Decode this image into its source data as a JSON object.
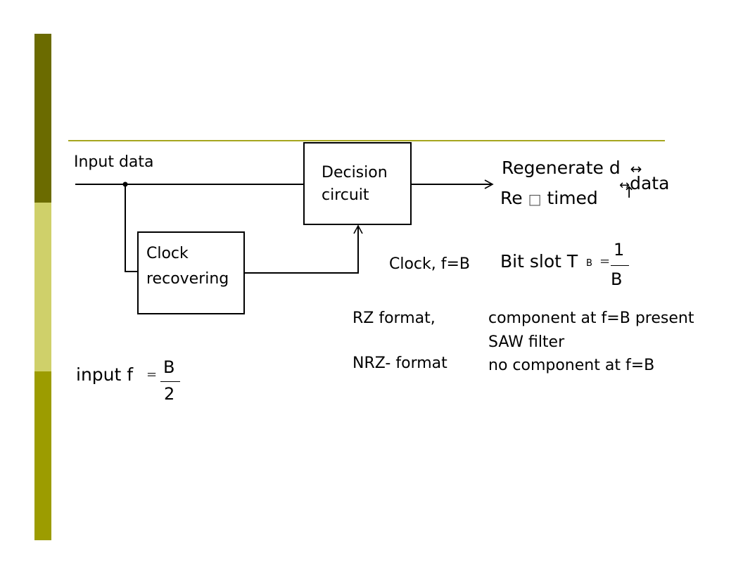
{
  "colors": {
    "bar_dark": "#6b6b00",
    "bar_light": "#cfd06a",
    "bar_mid": "#9c9c00",
    "rule": "#a6a61e",
    "stroke": "#000000"
  },
  "diagram": {
    "input_label": "Input data",
    "decision_box": [
      "Decision",
      "circuit"
    ],
    "clock_box": [
      "Clock",
      "recovering"
    ],
    "clock_label": "Clock, f=B",
    "output": {
      "line1": "Regenerate d",
      "line1_glyph": "↔",
      "line2_glyph": "↔",
      "line2": "data",
      "line3": "Re",
      "line3_box": "□",
      "line3_rest": "timed",
      "line3_glyph": "↑"
    }
  },
  "bit_slot": {
    "text": "Bit slot T",
    "subscript": "B",
    "equals": "=",
    "numerator": "1",
    "denominator": "B"
  },
  "formats": {
    "rz_label": "RZ format,",
    "rz_desc": "component at f=B present",
    "rz_desc2": "SAW filter",
    "nrz_label": "NRZ- format",
    "nrz_desc": "no component at f=B"
  },
  "input_freq": {
    "text": "input f",
    "equals": "=",
    "numerator": "B",
    "denominator": "2"
  }
}
